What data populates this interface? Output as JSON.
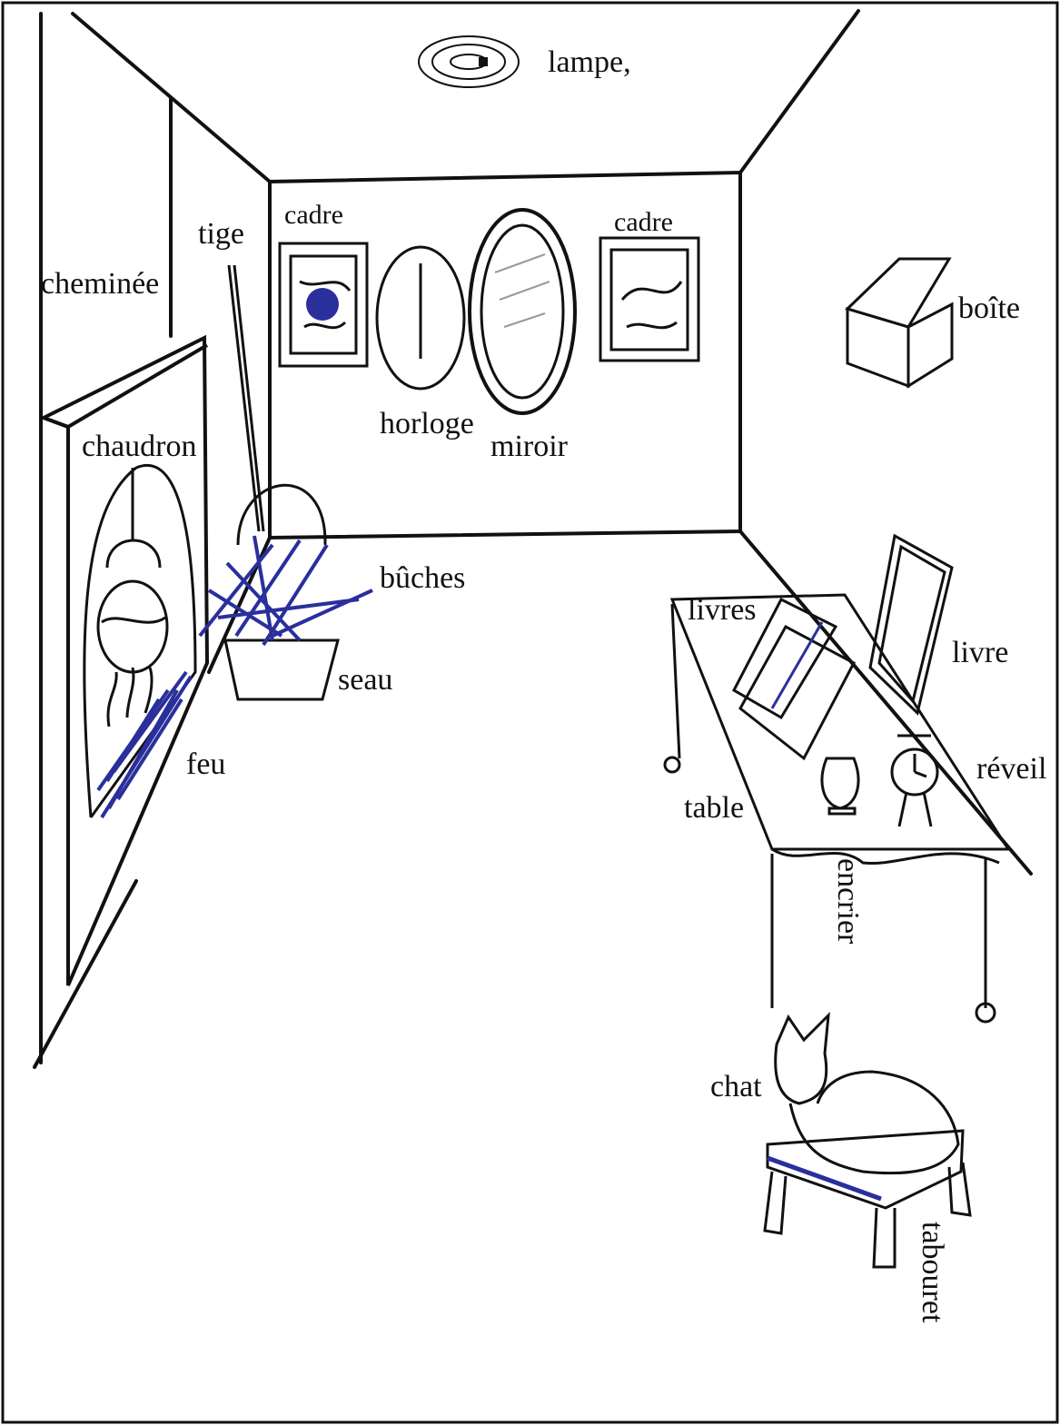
{
  "labels": {
    "lampe": "lampe,",
    "cadre_left": "cadre",
    "cadre_right": "cadre",
    "tige": "tige",
    "cheminee": "cheminée",
    "horloge": "horloge",
    "miroir": "miroir",
    "boite": "boîte",
    "chaudron": "chaudron",
    "buches": "bûches",
    "seau": "seau",
    "feu": "feu",
    "livres": "livres",
    "livre": "livre",
    "reveil": "réveil",
    "table": "table",
    "encrier": "encrier",
    "chat": "chat",
    "tabouret": "tabouret"
  },
  "colors": {
    "ink": "#111111",
    "pen_blue": "#2a2f9c",
    "paper": "#ffffff"
  }
}
